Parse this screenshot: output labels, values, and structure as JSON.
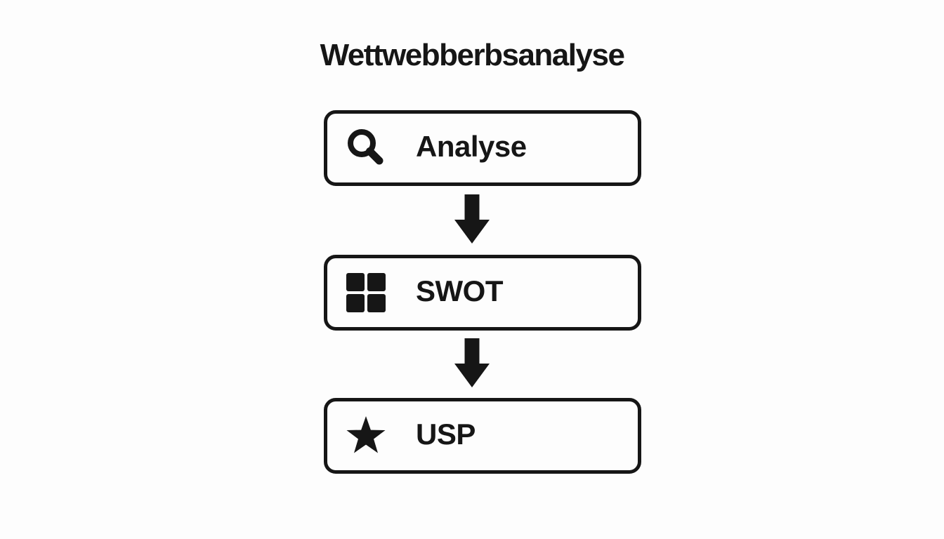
{
  "title": "Wettwebberbsanalyse",
  "steps": [
    {
      "label": "Analyse",
      "icon": "search-icon"
    },
    {
      "label": "SWOT",
      "icon": "grid-icon"
    },
    {
      "label": "USP",
      "icon": "star-icon"
    }
  ],
  "connectors": [
    {
      "from": "Analyse",
      "to": "SWOT",
      "shape": "down-arrow"
    },
    {
      "from": "SWOT",
      "to": "USP",
      "shape": "down-arrow"
    }
  ],
  "colors": {
    "ink": "#161616",
    "background": "#fdfdfd"
  }
}
